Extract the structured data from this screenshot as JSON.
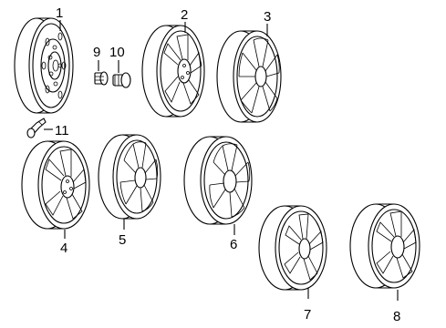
{
  "diagram": {
    "callouts": [
      {
        "id": "1",
        "label": "1"
      },
      {
        "id": "2",
        "label": "2"
      },
      {
        "id": "3",
        "label": "3"
      },
      {
        "id": "4",
        "label": "4"
      },
      {
        "id": "5",
        "label": "5"
      },
      {
        "id": "6",
        "label": "6"
      },
      {
        "id": "7",
        "label": "7"
      },
      {
        "id": "8",
        "label": "8"
      },
      {
        "id": "9",
        "label": "9"
      },
      {
        "id": "10",
        "label": "10"
      },
      {
        "id": "11",
        "label": "11"
      }
    ],
    "parts": [
      {
        "callout": "1",
        "kind": "steel-wheel"
      },
      {
        "callout": "2",
        "kind": "five-spoke-alloy-wheel"
      },
      {
        "callout": "3",
        "kind": "multi-spoke-alloy-wheel"
      },
      {
        "callout": "4",
        "kind": "five-spoke-alloy-wheel"
      },
      {
        "callout": "5",
        "kind": "split-spoke-alloy-wheel"
      },
      {
        "callout": "6",
        "kind": "split-spoke-alloy-wheel"
      },
      {
        "callout": "7",
        "kind": "double-spoke-alloy-wheel"
      },
      {
        "callout": "8",
        "kind": "five-spoke-alloy-wheel"
      },
      {
        "callout": "9",
        "kind": "lug-nut"
      },
      {
        "callout": "10",
        "kind": "lock-nut"
      },
      {
        "callout": "11",
        "kind": "valve-stem"
      }
    ]
  }
}
